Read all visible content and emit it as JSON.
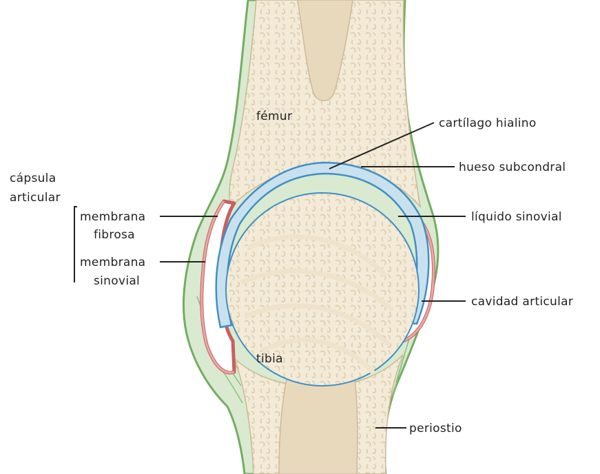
{
  "labels": {
    "femur": "fémur",
    "tibia": "tibia",
    "cartilago": "cartílago hialino",
    "hueso_subcondral": "hueso subcondral",
    "capsula_line1": "cápsula",
    "capsula_line2": "articular",
    "membrana_fibrosa_line1": "membrana",
    "membrana_fibrosa_line2": "fibrosa",
    "membrana_sinovial_line1": "membrana",
    "membrana_sinovial_line2": "sinovial",
    "liquido_sinovial": "líquido sinovial",
    "cavidad_articular": "cavidad articular",
    "periostio": "periostio"
  },
  "colors": {
    "bone": "#f3ead8",
    "bone_pattern": "#e2d4b8",
    "marrow": "#e8d9bd",
    "cartilage": "#c9e1ef",
    "cartilage_edge": "#3f8fc4",
    "capsule": "#cfe3c4",
    "capsule_edge": "#74ac62",
    "synovial": "#e7aaa6",
    "synovial_edge": "#c95f5f"
  }
}
